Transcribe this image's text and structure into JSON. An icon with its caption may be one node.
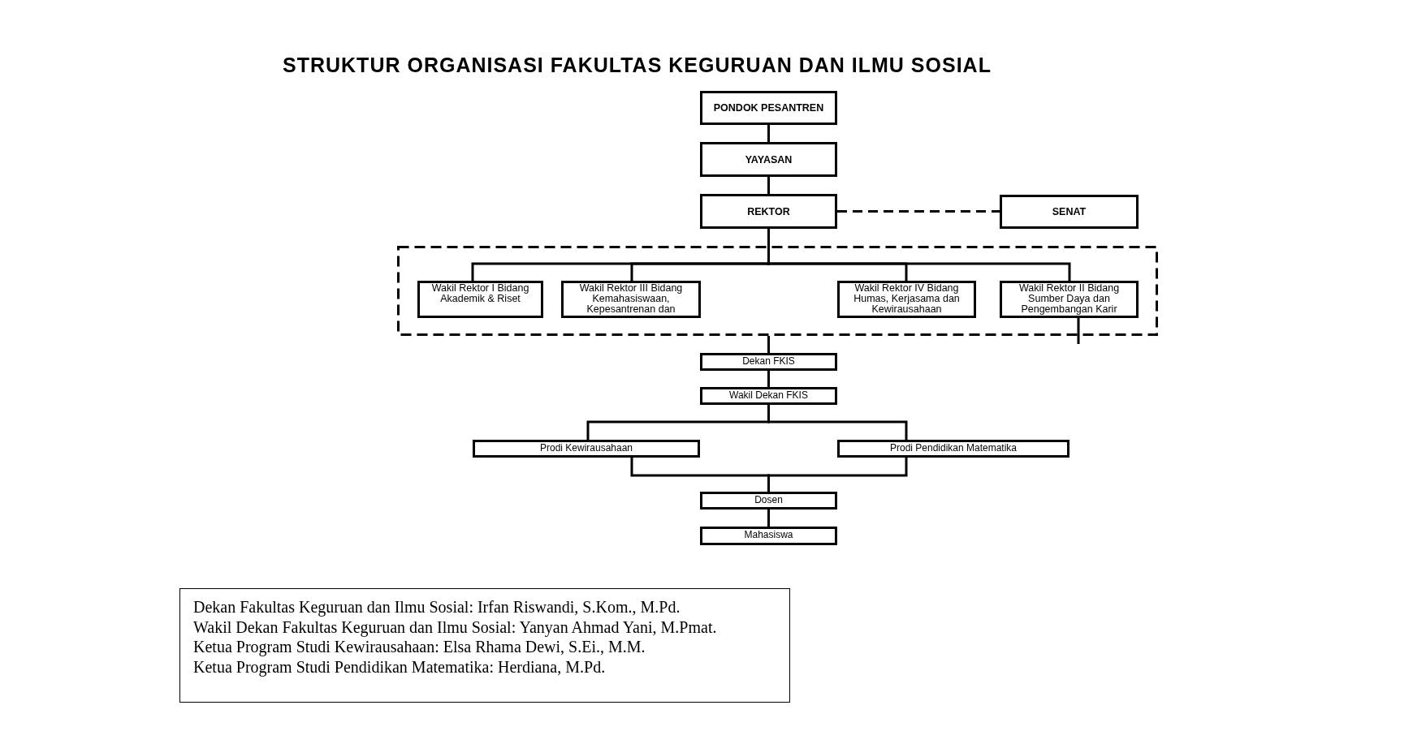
{
  "diagram": {
    "title": "STRUKTUR ORGANISASI FAKULTAS KEGURUAN DAN ILMU SOSIAL",
    "nodes": [
      {
        "text": [
          "PONDOK PESANTREN"
        ]
      },
      {
        "text": [
          "YAYASAN"
        ]
      },
      {
        "text": [
          "REKTOR"
        ]
      },
      {
        "text": [
          "SENAT"
        ]
      },
      {
        "text": [],
        "shape": "box"
      },
      {
        "text": [
          "Wakil Rektor I Bidang Akademik & Riset"
        ],
        "in": 4
      },
      {
        "text": [
          "Wakil Rektor III Bidang Kemahasiswaan, Kepesantrenan dan"
        ],
        "in": 4
      },
      {
        "text": [
          "Wakil Rektor IV Bidang Humas, Kerjasama dan Kewirausahaan"
        ],
        "in": 4
      },
      {
        "text": [
          "Wakil Rektor II Bidang Sumber Daya dan Pengembangan Karir"
        ],
        "in": 4
      },
      {
        "text": [
          "Dekan FKIS"
        ]
      },
      {
        "text": [
          "Wakil Dekan FKIS"
        ]
      },
      {
        "text": [
          "Prodi Kewirausahaan"
        ]
      },
      {
        "text": [
          "Prodi Pendidikan Matematika"
        ]
      },
      {
        "text": [
          "Dosen"
        ]
      },
      {
        "text": [
          "Mahasiswa"
        ]
      },
      {
        "text": [
          "Dekan Fakultas Keguruan dan Ilmu Sosial: Irfan Riswandi, S.Kom., M.Pd.",
          "Wakil Dekan Fakultas Keguruan dan Ilmu Sosial: Yanyan Ahmad Yani, M.Pmat.",
          "Ketua Program Studi Kewirausahaan: Elsa Rhama Dewi, S.Ei., M.M.",
          "Ketua Program Studi Pendidikan Matematika: Herdiana, M.Pd."
        ]
      }
    ],
    "edges": [
      {
        "from": 0,
        "to": 1,
        "arrow": "none"
      },
      {
        "from": 1,
        "to": 2,
        "arrow": "none"
      },
      {
        "from": 2,
        "to": 3,
        "arrow": "none",
        "style": "dashed"
      },
      {
        "from": 2,
        "to": 5,
        "arrow": "none"
      },
      {
        "from": 2,
        "to": 6,
        "arrow": "none"
      },
      {
        "from": 2,
        "to": 7,
        "arrow": "none"
      },
      {
        "from": 2,
        "to": 8,
        "arrow": "none"
      },
      {
        "from": 4,
        "to": 9,
        "arrow": "none"
      },
      {
        "from": 9,
        "to": 10,
        "arrow": "none"
      },
      {
        "from": 10,
        "to": 11,
        "arrow": "none"
      },
      {
        "from": 10,
        "to": 12,
        "arrow": "none"
      },
      {
        "from": 11,
        "to": 13,
        "arrow": "none"
      },
      {
        "from": 12,
        "to": 13,
        "arrow": "none"
      },
      {
        "from": 13,
        "to": 14,
        "arrow": "none"
      },
      {
        "from": 8,
        "to": null,
        "arrow": "none"
      }
    ]
  }
}
